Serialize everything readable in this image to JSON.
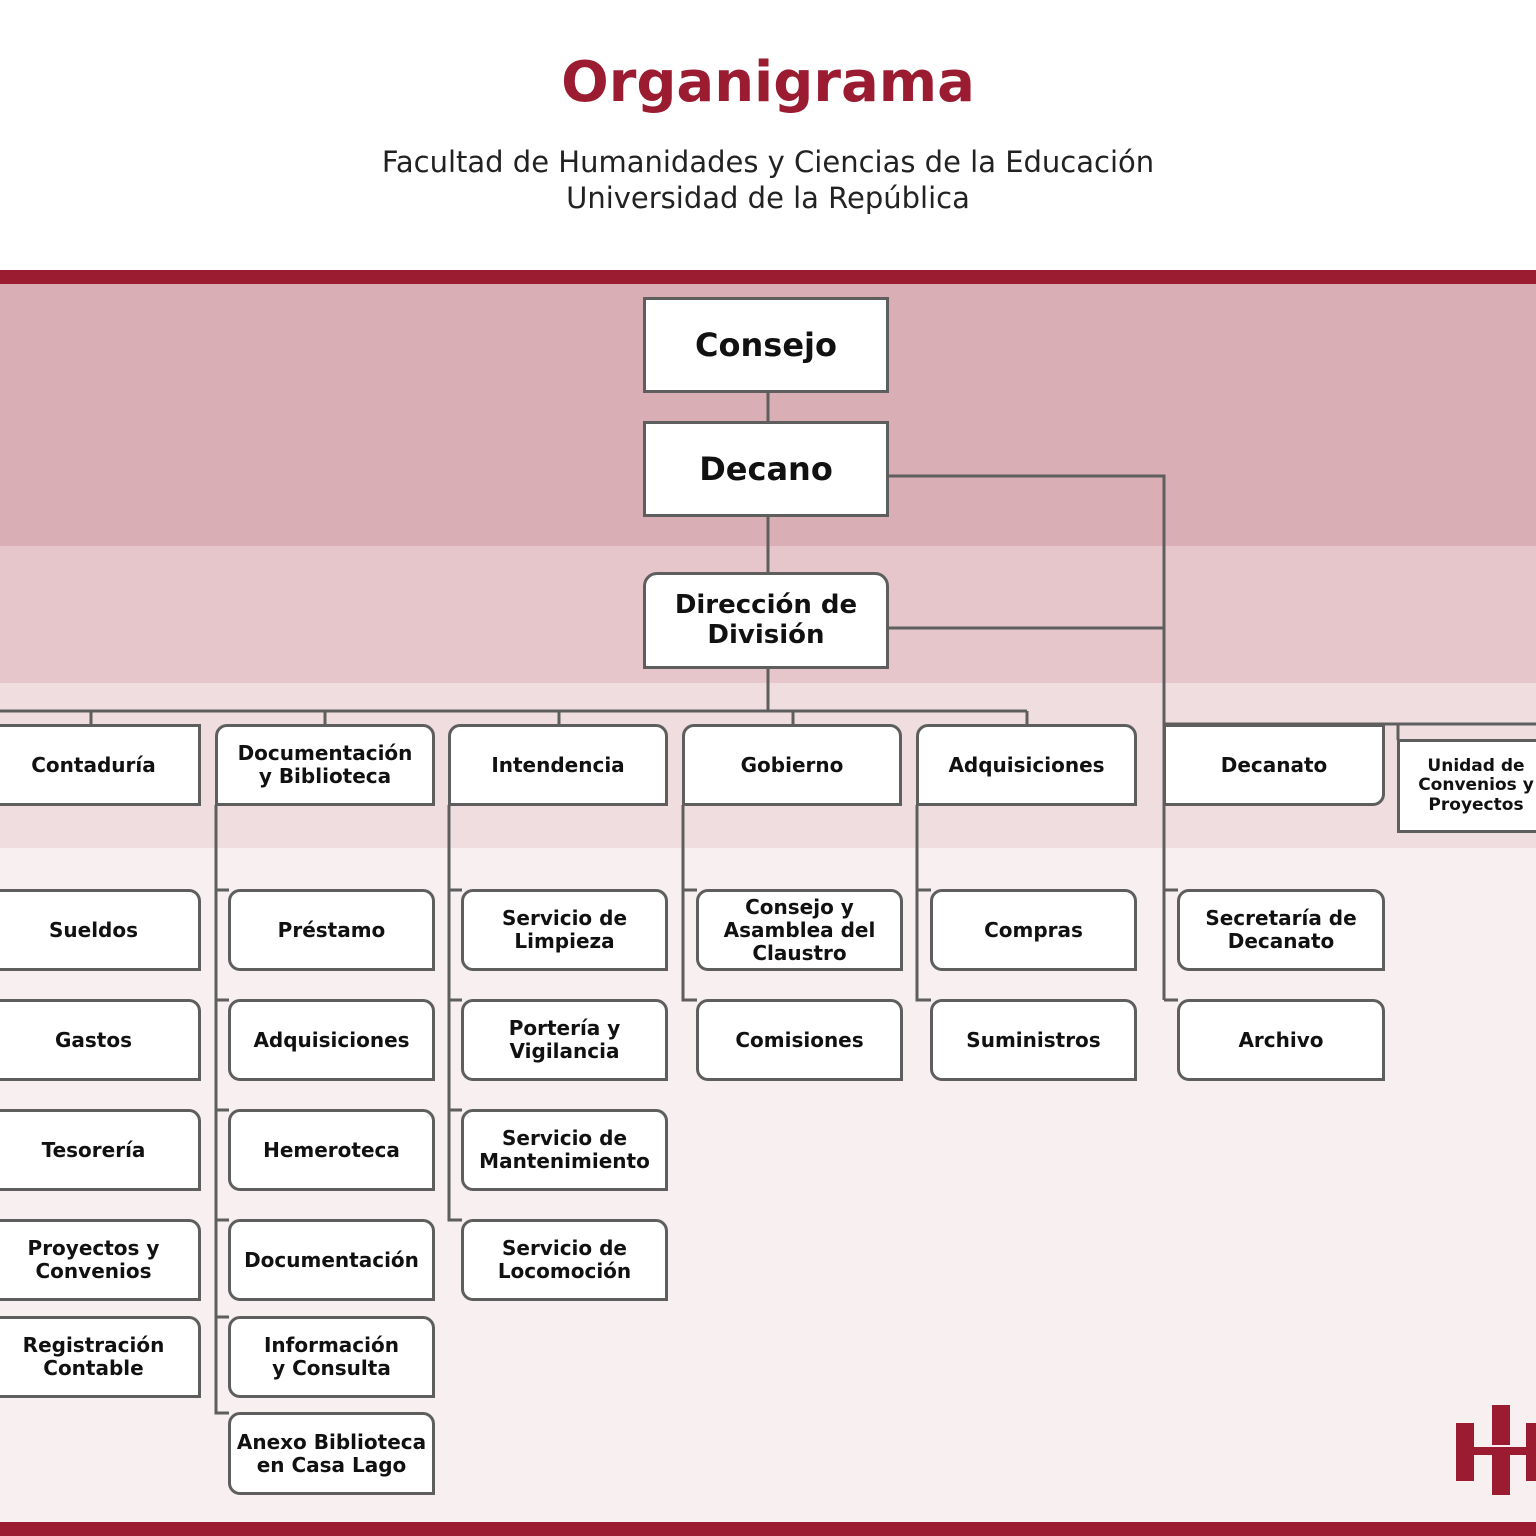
{
  "title": "Organigrama",
  "subtitle_line1": "Facultad de Humanidades y Ciencias de la Educación",
  "subtitle_line2": "Universidad de la República",
  "colors": {
    "accent": "#9b1b30",
    "band_dark": "#d9aeb5",
    "band_mid": "#e6c6cb",
    "band_light": "#f0dde0",
    "band_faint": "#f7eff0",
    "line": "#5e5e5e"
  },
  "top": {
    "consejo": "Consejo",
    "decano": "Decano",
    "direccion": "Dirección de\nDivisión"
  },
  "departments": {
    "contaduria": "Contaduría",
    "documentacion_biblioteca": "Documentación\ny Biblioteca",
    "intendencia": "Intendencia",
    "gobierno": "Gobierno",
    "adquisiciones": "Adquisiciones",
    "decanato": "Decanato",
    "unidad_convenios": "Unidad de\nConvenios y\nProyectos"
  },
  "units": {
    "contaduria": [
      "Sueldos",
      "Gastos",
      "Tesorería",
      "Proyectos y\nConvenios",
      "Registración\nContable"
    ],
    "documentacion": [
      "Préstamo",
      "Adquisiciones",
      "Hemeroteca",
      "Documentación",
      "Información\ny Consulta",
      "Anexo Biblioteca\nen Casa Lago"
    ],
    "intendencia": [
      "Servicio de\nLimpieza",
      "Portería y\nVigilancia",
      "Servicio de\nMantenimiento",
      "Servicio de\nLocomoción"
    ],
    "gobierno": [
      "Consejo y\nAsamblea del\nClaustro",
      "Comisiones"
    ],
    "adquisiciones": [
      "Compras",
      "Suministros"
    ],
    "decanato": [
      "Secretaría de\nDecanato",
      "Archivo"
    ]
  },
  "logo_icon": "fhce-logo-icon"
}
